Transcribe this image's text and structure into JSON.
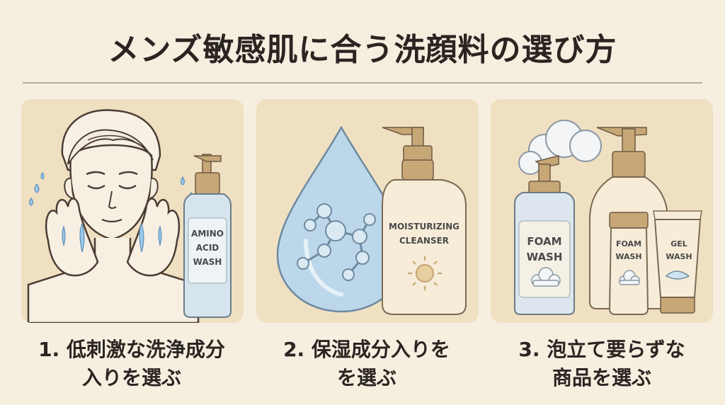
{
  "title": "メンズ敏感肌に合う洗顔料の選び方",
  "panels": [
    {
      "bottle_label": [
        "AMINO",
        "ACID",
        "WASH"
      ],
      "caption": [
        "1. 低刺激な洗浄成分",
        "入りを選ぶ"
      ]
    },
    {
      "bottle_label": [
        "MOISTURIZING",
        "CLEANSER"
      ],
      "caption": [
        "2. 保湿成分入りを",
        "を選ぶ"
      ]
    },
    {
      "bottle_label_foam": [
        "FOAM",
        "WASH"
      ],
      "bottle_label_foam_small": [
        "FOAM",
        "WASH"
      ],
      "bottle_label_gel": [
        "GEL",
        "WASH"
      ],
      "caption": [
        "3. 泡立て要らずな",
        "商品を選ぶ"
      ]
    }
  ],
  "colors": {
    "background": "#f6efe0",
    "panel": "#f0e0c2",
    "bottle_cap": "#c7a776",
    "water": "#9cc7e6"
  }
}
